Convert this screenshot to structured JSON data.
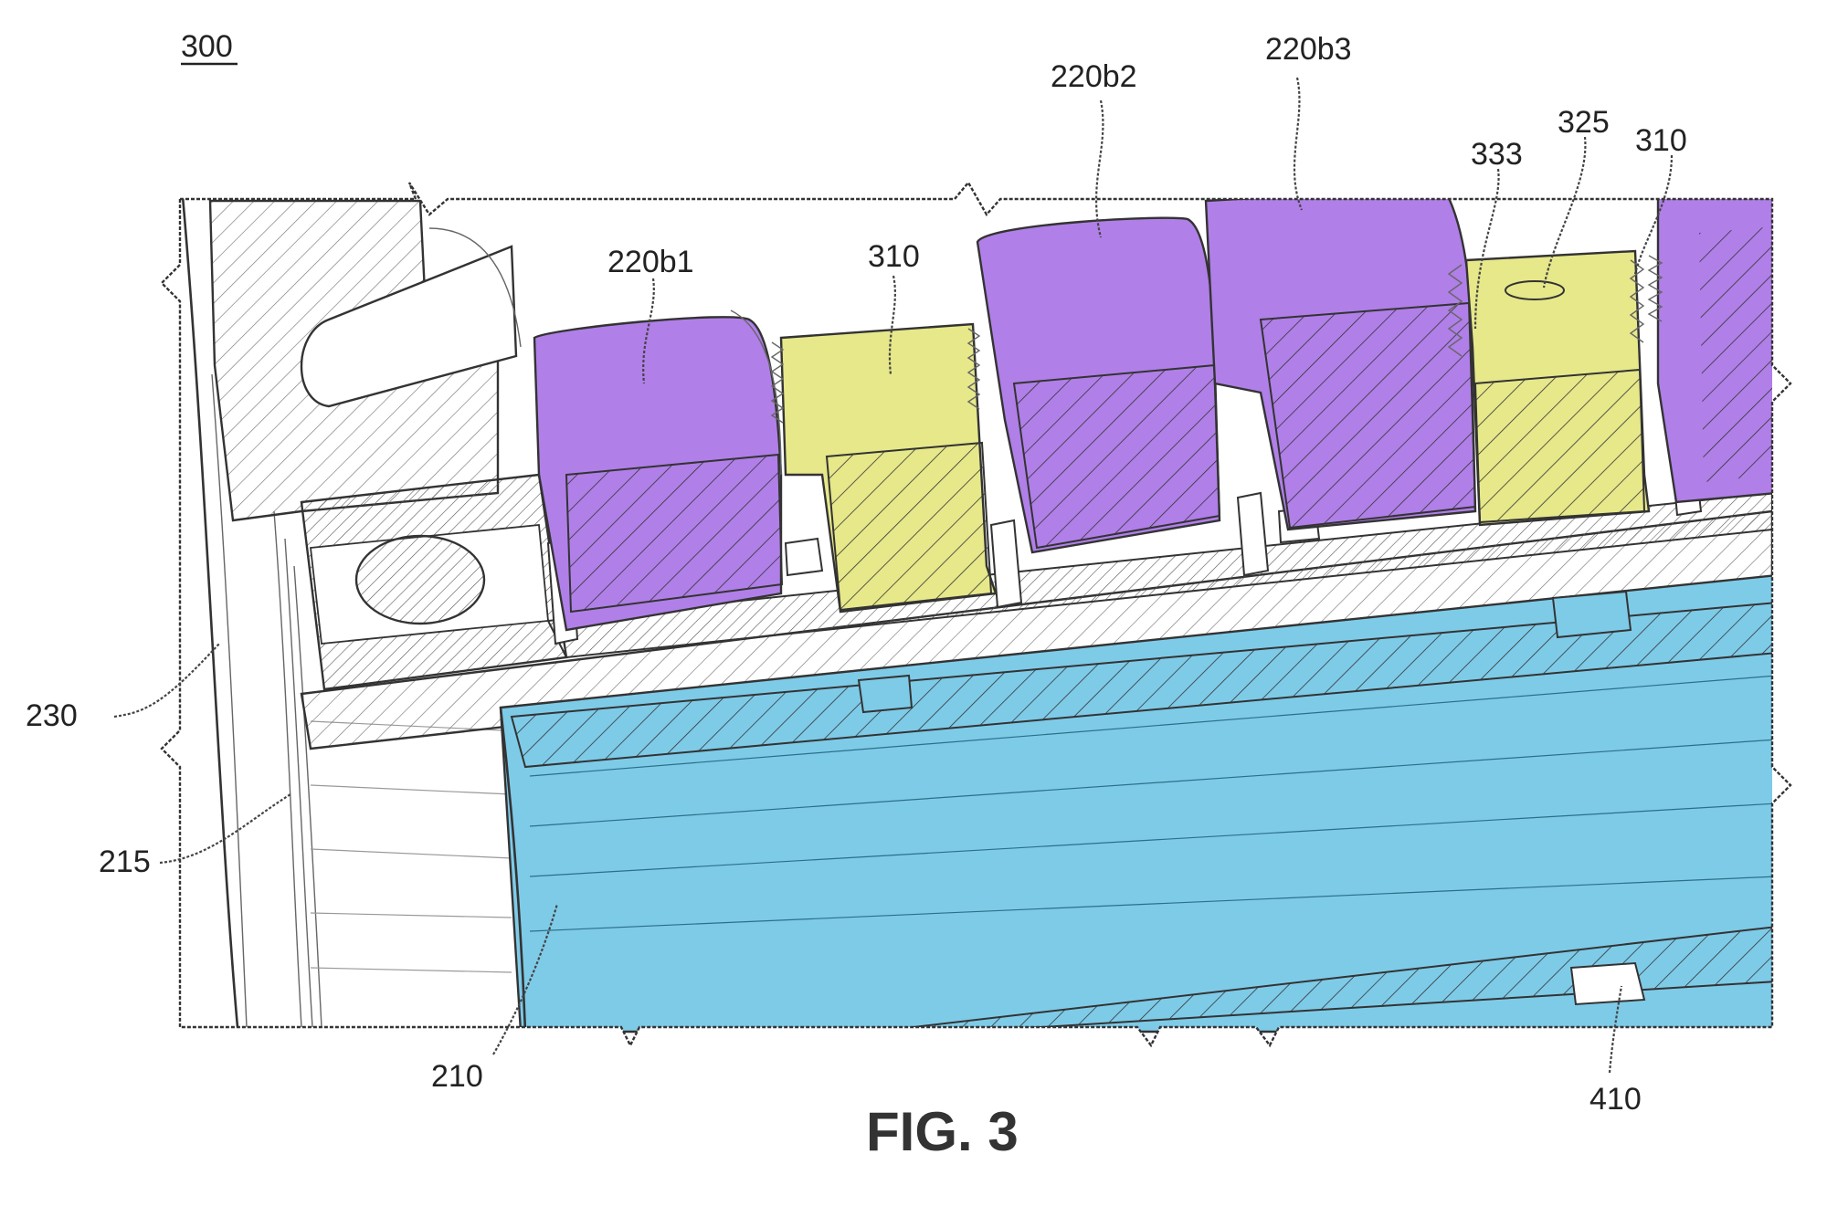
{
  "figure": {
    "caption": "FIG. 3",
    "ref_main": "300",
    "labels": {
      "l230": "230",
      "l215": "215",
      "l210": "210",
      "l410": "410",
      "l220b1": "220b1",
      "l310a": "310",
      "l220b2": "220b2",
      "l220b3": "220b3",
      "l333": "333",
      "l325": "325",
      "l310b": "310"
    },
    "colors": {
      "purple": "#b07fe8",
      "yellow": "#e6e88a",
      "blue": "#7ecbe8",
      "line": "#333333"
    }
  }
}
